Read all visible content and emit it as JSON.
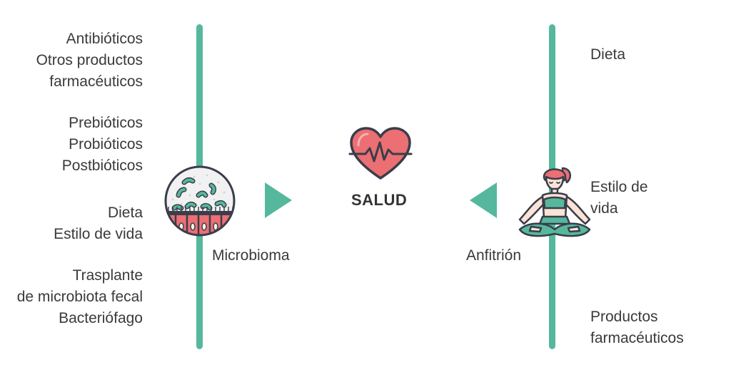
{
  "colors": {
    "accent": "#55b89d",
    "heart": "#ec6f73",
    "outline": "#3a3d4a",
    "text": "#3a3a3a"
  },
  "left_factors": [
    [
      "Antibióticos",
      "Otros productos",
      "farmacéuticos"
    ],
    [
      "Prebióticos",
      "Probióticos",
      "Postbióticos"
    ],
    [
      "Dieta",
      "Estilo de vida"
    ],
    [
      "Trasplante",
      "de microbiota fecal",
      "Bacteriófago"
    ]
  ],
  "right_factors": [
    [
      "Dieta"
    ],
    [
      "Estilo de",
      "vida"
    ],
    [
      "Productos",
      "farmacéuticos"
    ]
  ],
  "nodes": {
    "microbiome": "Microbioma",
    "host": "Anfitrión",
    "health": "SALUD"
  },
  "icons": {
    "microbiome": "microbiome-icon",
    "heart": "heartbeat-heart-icon",
    "host": "meditating-person-icon",
    "arrow_left": "triangle-right-icon",
    "arrow_right": "triangle-left-icon"
  }
}
